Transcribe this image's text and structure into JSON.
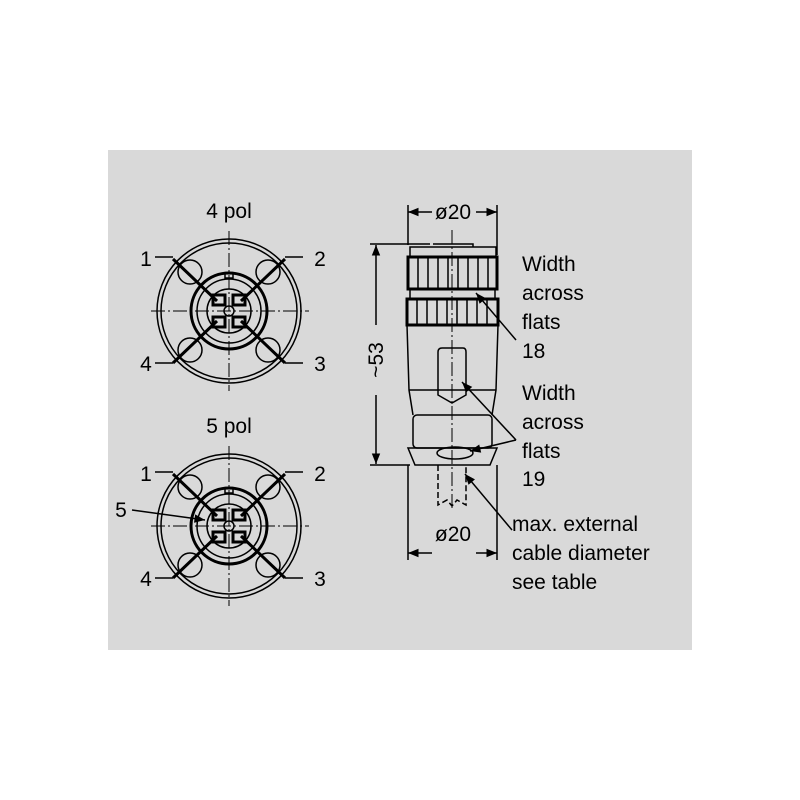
{
  "face_4pol": {
    "title": "4 pol",
    "pins": [
      "1",
      "2",
      "3",
      "4"
    ]
  },
  "face_5pol": {
    "title": "5 pol",
    "pins": [
      "1",
      "2",
      "3",
      "4",
      "5"
    ]
  },
  "side_view": {
    "top_diameter": "ø20",
    "bottom_diameter": "ø20",
    "length": "~53",
    "flats_18": [
      "Width",
      "across",
      "flats",
      "18"
    ],
    "flats_19": [
      "Width",
      "across",
      "flats",
      "19"
    ],
    "cable_note": [
      "max. external",
      "cable diameter",
      "see table"
    ]
  }
}
